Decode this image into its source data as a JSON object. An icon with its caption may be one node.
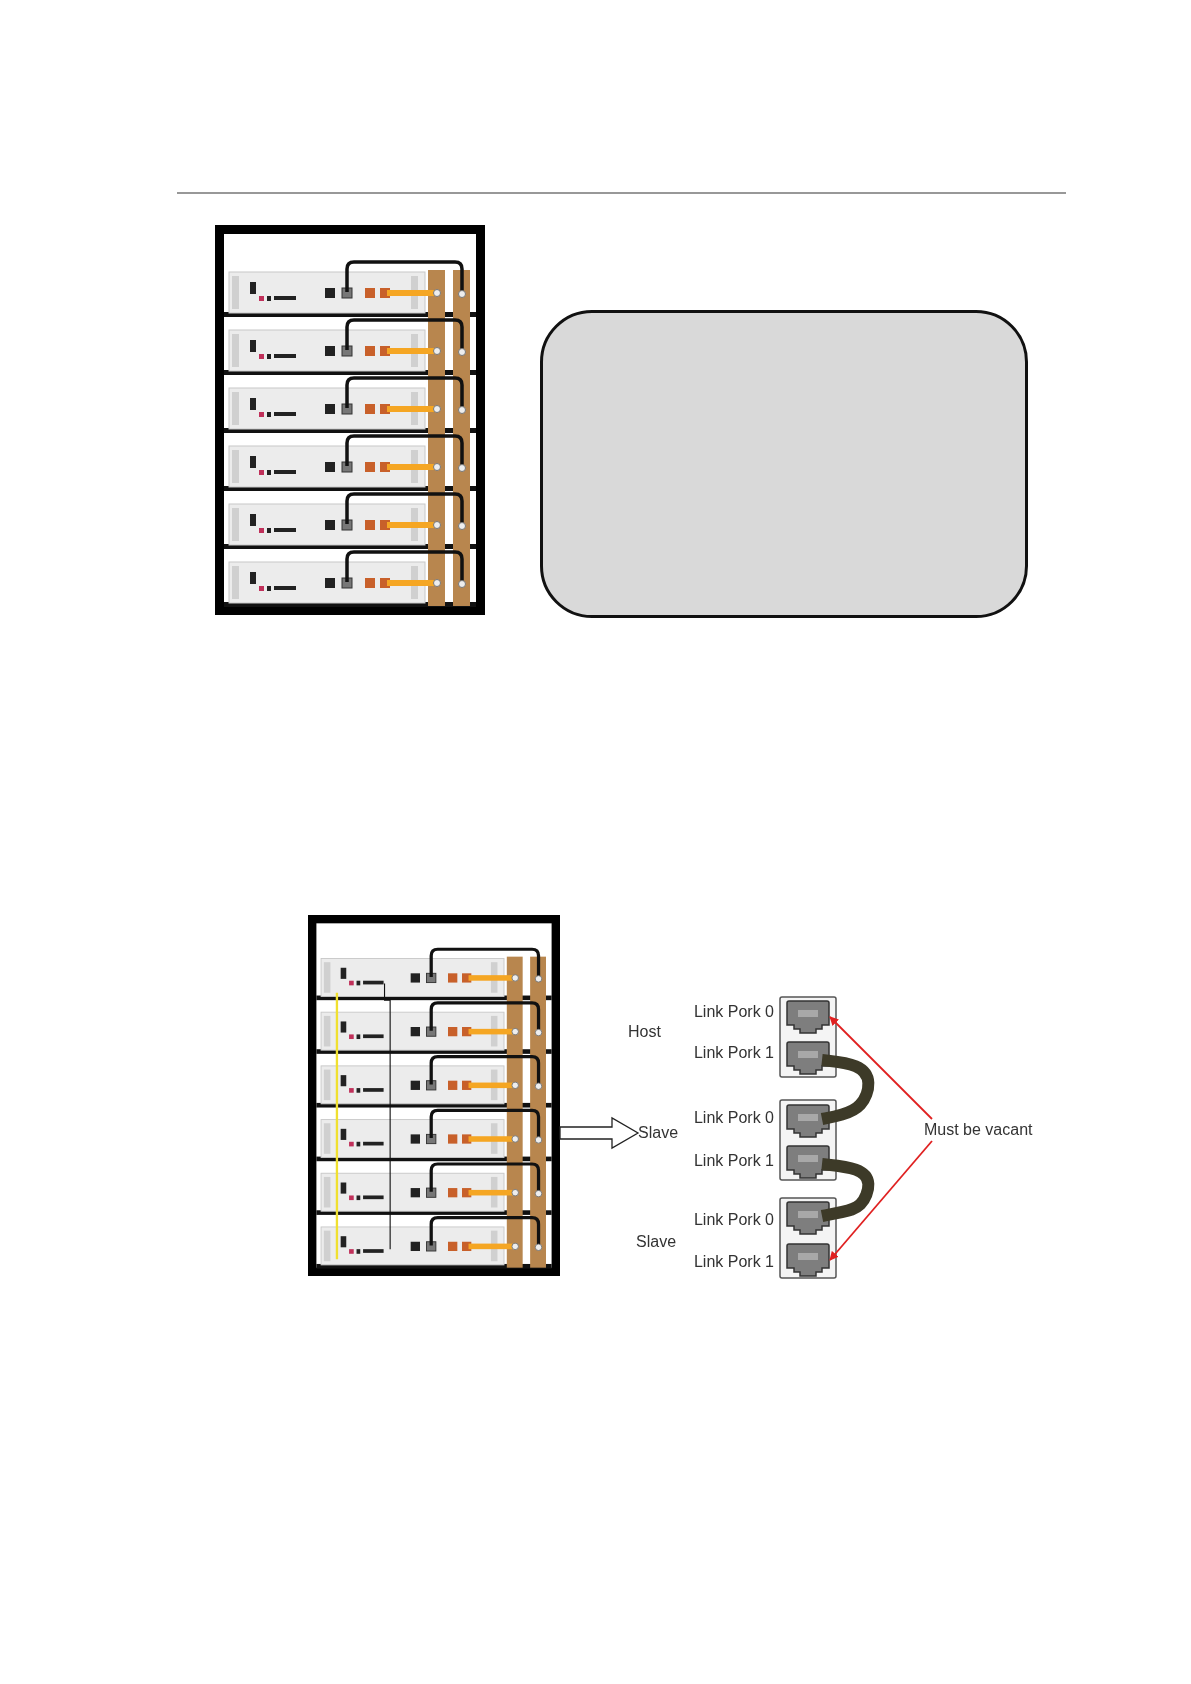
{
  "diagram": {
    "nodes": [
      {
        "text": [],
        "shape": "box"
      },
      {
        "text": [],
        "shape": "picture"
      },
      {
        "text": [
          "Host"
        ]
      },
      {
        "text": [
          "Slave"
        ]
      },
      {
        "text": [
          "Slave"
        ]
      },
      {
        "text": [
          "Must be vacant"
        ]
      },
      {
        "text": [],
        "shape": "box"
      },
      {
        "text": [],
        "shape": "box"
      },
      {
        "text": [],
        "shape": "box"
      },
      {
        "text": [],
        "shape": "box"
      },
      {
        "text": [],
        "shape": "box"
      },
      {
        "text": [],
        "shape": "box"
      }
    ],
    "edges": [
      {
        "from": 1,
        "to": 3,
        "arrow": "to",
        "style": "thick"
      },
      {
        "from": 7,
        "to": 8,
        "arrow": "none",
        "style": "thick",
        "color": "#3d3a28"
      },
      {
        "from": 9,
        "to": 10,
        "arrow": "none",
        "style": "thick",
        "color": "#3d3a28"
      },
      {
        "from": 5,
        "to": 6,
        "arrow": "to",
        "color": "#e02020"
      },
      {
        "from": 5,
        "to": 11,
        "arrow": "to",
        "color": "#e02020"
      }
    ],
    "labels": [
      "Link Pork 0",
      "Link Pork 1",
      "Link Pork 0",
      "Link Pork 1",
      "Link Pork 0",
      "Link Pork 1"
    ]
  }
}
